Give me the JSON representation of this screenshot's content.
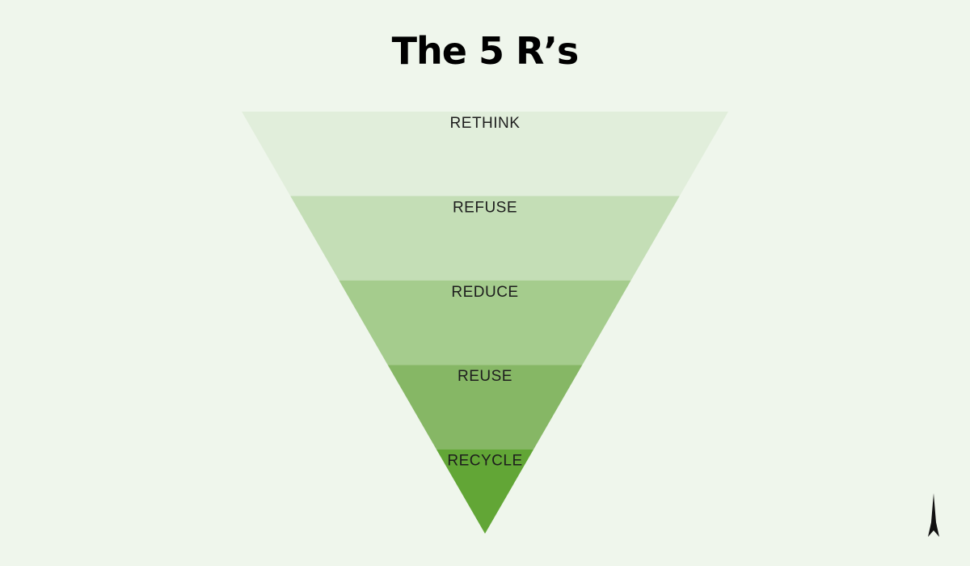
{
  "title": "The 5 R’s",
  "tiers": [
    {
      "label": "RETHINK",
      "color": "#e1eedb"
    },
    {
      "label": "REFUSE",
      "color": "#c4deb6"
    },
    {
      "label": "REDUCE",
      "color": "#a5cc8d"
    },
    {
      "label": "REUSE",
      "color": "#86b765"
    },
    {
      "label": "RECYCLE",
      "color": "#62a636"
    }
  ],
  "colors": {
    "background": "#eff6ec",
    "text": "#1d1d1d",
    "logo": "#111111"
  },
  "logo_icon": "spike-logo-icon"
}
